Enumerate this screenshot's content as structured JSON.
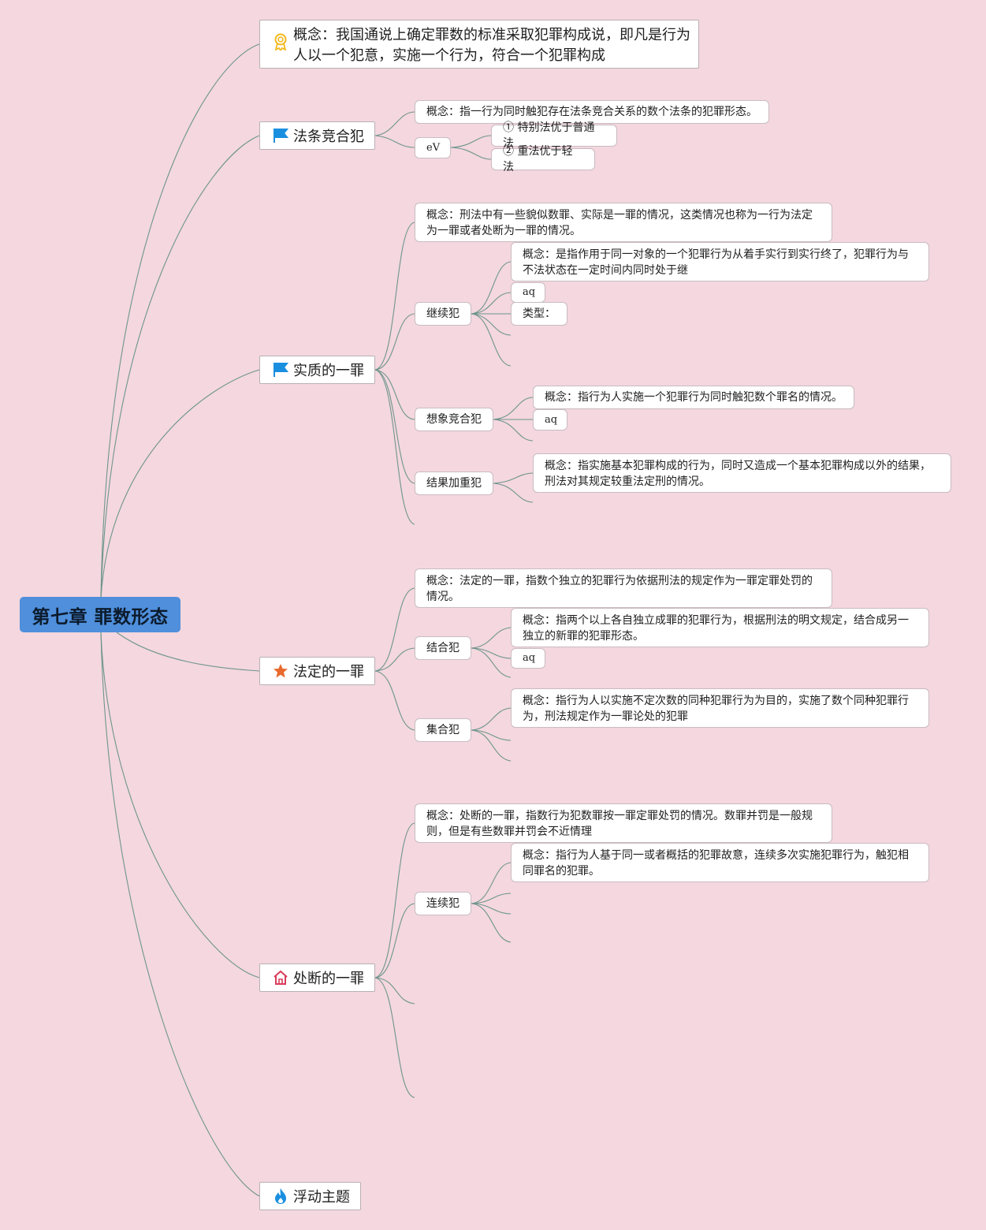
{
  "root": {
    "label": "第七章 罪数形态"
  },
  "topics": {
    "concept": {
      "text": "概念：我国通说上确定罪数的标准采取犯罪构成说，即凡是行为人以一个犯意，实施一个行为，符合一个犯罪构成",
      "icon": "award-ribbon-icon"
    },
    "fatiao": {
      "label": "法条竞合犯",
      "icon": "flag-icon",
      "concept": "概念：指一行为同时触犯存在法条竞合关系的数个法条的犯罪形态。",
      "ev": "eV",
      "rules": [
        "① 特别法优于普通法",
        "② 重法优于轻法"
      ]
    },
    "shizhi": {
      "label": "实质的一罪",
      "icon": "flag-icon",
      "concept": "概念：刑法中有一些貌似数罪、实际是一罪的情况，这类情况也称为一行为法定为一罪或者处断为一罪的情况。",
      "jixu": {
        "label": "继续犯",
        "concept": "概念：是指作用于同一对象的一个犯罪行为从着手实行到实行终了，犯罪行为与不法状态在一定时间内同时处于继",
        "aq": "aq",
        "type": "类型："
      },
      "xiangxiang": {
        "label": "想象竞合犯",
        "concept": "概念：指行为人实施一个犯罪行为同时触犯数个罪名的情况。",
        "aq": "aq"
      },
      "jieguo": {
        "label": "结果加重犯",
        "concept": "概念：指实施基本犯罪构成的行为，同时又造成一个基本犯罪构成以外的结果，刑法对其规定较重法定刑的情况。"
      }
    },
    "fading": {
      "label": "法定的一罪",
      "icon": "star-icon",
      "concept": "概念：法定的一罪，指数个独立的犯罪行为依据刑法的规定作为一罪定罪处罚的情况。",
      "jiehe": {
        "label": "结合犯",
        "concept": "概念：指两个以上各自独立成罪的犯罪行为，根据刑法的明文规定，结合成另一独立的新罪的犯罪形态。",
        "aq": "aq"
      },
      "jihe": {
        "label": "集合犯",
        "concept": "概念：指行为人以实施不定次数的同种犯罪行为为目的，实施了数个同种犯罪行为，刑法规定作为一罪论处的犯罪"
      }
    },
    "chuduan": {
      "label": "处断的一罪",
      "icon": "home-icon",
      "concept": "概念：处断的一罪，指数行为犯数罪按一罪定罪处罚的情况。数罪并罚是一般规则，但是有些数罪并罚会不近情理",
      "lianxu": {
        "label": "连续犯",
        "concept": "概念：指行为人基于同一或者概括的犯罪故意，连续多次实施犯罪行为，触犯相同罪名的犯罪。"
      }
    },
    "floating": {
      "label": "浮动主题",
      "icon": "flame-icon"
    }
  },
  "colors": {
    "background": "#f4d7df",
    "root_fill": "#4f8fdc",
    "line": "#6e958c",
    "flag": "#1a8fe0",
    "star": "#e8692c",
    "home": "#d93c5a",
    "flame": "#1a8fe0",
    "award": "#f2b81c"
  }
}
